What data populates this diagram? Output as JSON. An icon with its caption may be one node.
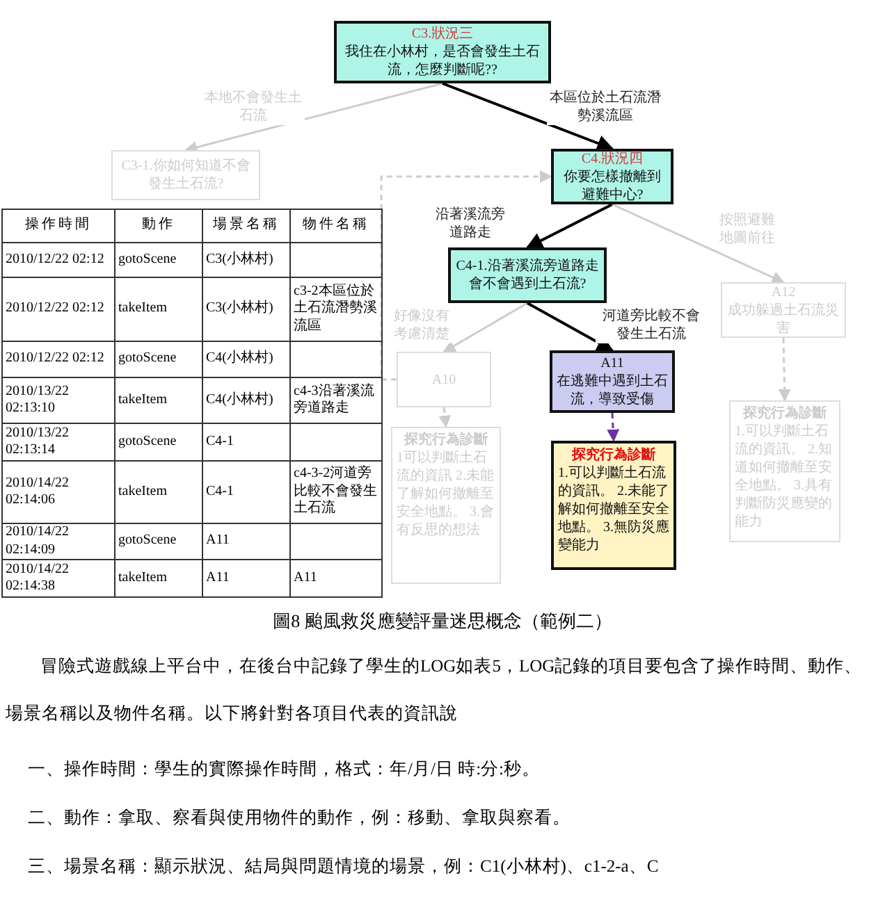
{
  "diagram": {
    "caption": "圖8 颱風救災應變評量迷思概念（範例二）",
    "nodes": [
      {
        "text": [
          "C3.狀況三",
          "我住在小林村，是否會發生土石流，怎麼判斷呢??"
        ]
      },
      {
        "text": [
          "C3-1.你如何知道不會發生土石流?"
        ]
      },
      {
        "text": [
          "C4.狀況四",
          "你要怎樣撤離到避難中心?"
        ]
      },
      {
        "text": [
          "C4-1.沿著溪流旁道路走會不會遇到土石流?"
        ]
      },
      {
        "text": [
          "A12",
          "成功躲過土石流災害"
        ]
      },
      {
        "text": [
          "A10"
        ]
      },
      {
        "text": [
          "A11",
          "在逃難中遇到土石流，導致受傷"
        ]
      },
      {
        "text": [
          "探究行為診斷",
          "1可以判斷土石流的資訊 2.未能了解如何撤離至安全地點。 3.會有反思的想法"
        ]
      },
      {
        "text": [
          "探究行為診斷",
          "1.可以判斷土石流的資訊。 2.未能了解如何撤離至安全地點。 3.無防災應變能力"
        ]
      },
      {
        "text": [
          "探究行為診斷",
          "1.可以判斷土石流的資訊。 2.知道如何撤離至安全地點。 3.具有判斷防災應變的能力"
        ]
      }
    ],
    "edges": [
      {
        "from": 0,
        "to": 1,
        "arrow": "to",
        "label": "本地不會發生土石流",
        "color": "#cccccc"
      },
      {
        "from": 0,
        "to": 2,
        "arrow": "to",
        "label": "本區位於土石流潛勢溪流區",
        "color": "#000000"
      },
      {
        "from": 2,
        "to": 3,
        "arrow": "to",
        "label": "沿著溪流旁道路走",
        "color": "#000000"
      },
      {
        "from": 2,
        "to": 4,
        "arrow": "to",
        "label": "按照避難地圖前往",
        "color": "#cccccc"
      },
      {
        "from": 3,
        "to": 5,
        "arrow": "to",
        "label": "好像沒有考慮清楚",
        "color": "#cccccc"
      },
      {
        "from": 3,
        "to": 6,
        "arrow": "to",
        "label": "河道旁比較不會發生土石流",
        "color": "#000000"
      },
      {
        "from": 5,
        "to": 7,
        "arrow": "to",
        "style": "dashed",
        "color": "#cccccc"
      },
      {
        "from": 6,
        "to": 8,
        "arrow": "to",
        "style": "dashed",
        "color": "#7030a0"
      },
      {
        "from": 4,
        "to": 9,
        "arrow": "to",
        "style": "dashed",
        "color": "#cccccc"
      },
      {
        "from": 5,
        "to": 2,
        "arrow": "to",
        "style": "dashed",
        "color": "#cccccc"
      }
    ],
    "labels": [
      "操作時間",
      "動作",
      "場景名稱",
      "物件名稱",
      "2010/12/22 02:12",
      "gotoScene",
      "C3(小林村)",
      "2010/12/22 02:12",
      "takeItem",
      "C3(小林村)",
      "c3-2本區位於土石流潛勢溪流區",
      "2010/12/22 02:12",
      "gotoScene",
      "C4(小林村)",
      "2010/13/22 02:13:10",
      "takeItem",
      "C4(小林村)",
      "c4-3沿著溪流旁道路走",
      "2010/13/22 02:13:14",
      "gotoScene",
      "C4-1",
      "2010/14/22 02:14:06",
      "takeItem",
      "C4-1",
      "c4-3-2河道旁比較不會發生土石流",
      "2010/14/22 02:14:09",
      "gotoScene",
      "A11",
      "2010/14/22 02:14:38",
      "takeItem",
      "A11",
      "A11",
      "冒險式遊戲線上平台中，在後台中記錄了學生的LOG如表5，LOG記錄的項目要包含了操作時間、動作、場景名稱以及物件名稱。以下將針對各項目代表的資訊說",
      "一、操作時間：學生的實際操作時間，格式：年/月/日 時:分:秒。",
      "二、動作：拿取、察看與使用物件的動作，例：移動、拿取與察看。",
      "三、場景名稱：顯示狀況、結局與問題情境的場景，例：C1(小林村)、c1-2-a、C"
    ]
  }
}
